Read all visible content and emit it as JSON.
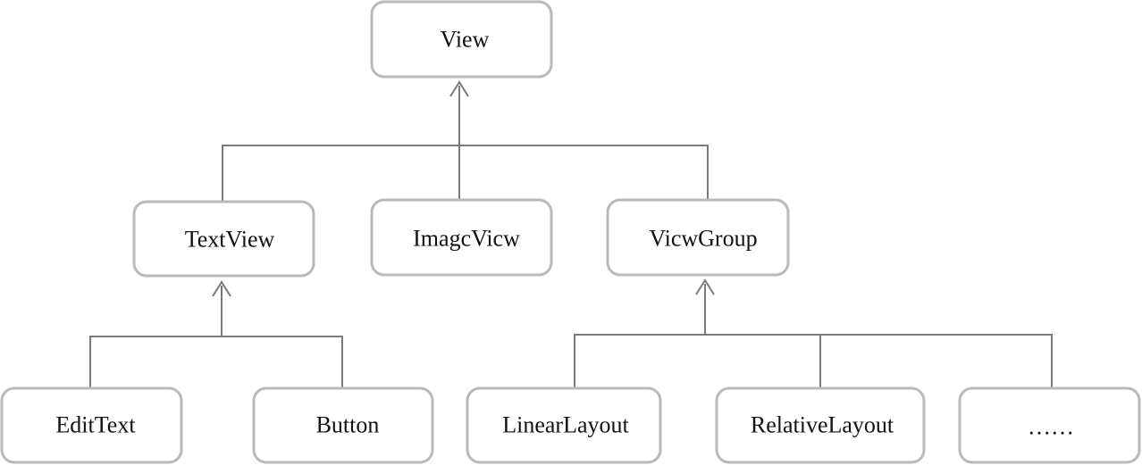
{
  "diagram": {
    "nodes": {
      "view": "View",
      "textview": "TextView",
      "imageview": "ImagcVicw",
      "viewgroup": "VicwGroup",
      "edittext": "EditText",
      "button": "Button",
      "linearlayout": "LinearLayout",
      "relativelayout": "RelativeLayout",
      "more": "……"
    },
    "edges": [
      {
        "from": "textview",
        "to": "view"
      },
      {
        "from": "imageview",
        "to": "view"
      },
      {
        "from": "viewgroup",
        "to": "view"
      },
      {
        "from": "edittext",
        "to": "textview"
      },
      {
        "from": "button",
        "to": "textview"
      },
      {
        "from": "linearlayout",
        "to": "viewgroup"
      },
      {
        "from": "relativelayout",
        "to": "viewgroup"
      },
      {
        "from": "more",
        "to": "viewgroup"
      }
    ],
    "colors": {
      "box_border": "#b9b9b9",
      "connector": "#7a7a7a",
      "text": "#111111"
    }
  }
}
